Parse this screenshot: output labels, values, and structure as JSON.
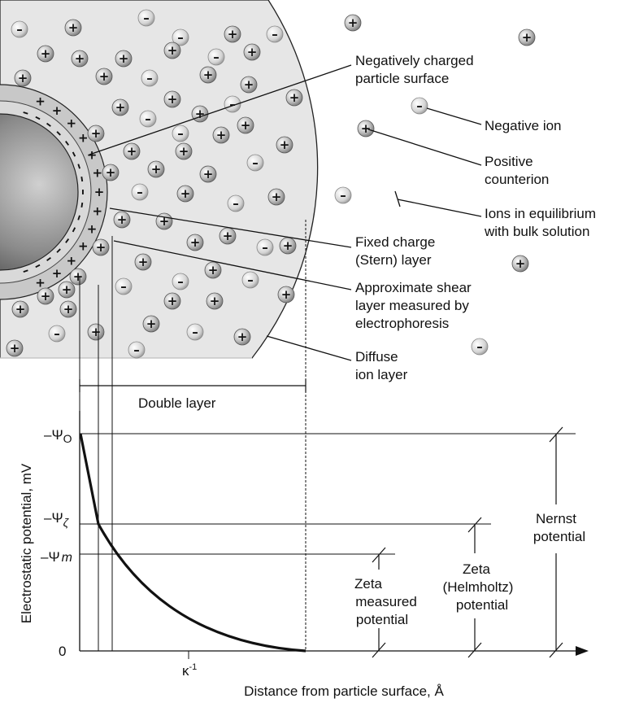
{
  "labels": {
    "neg_surface": [
      "Negatively charged",
      "particle surface"
    ],
    "negative_ion": "Negative ion",
    "positive_counterion": [
      "Positive",
      "counterion"
    ],
    "equilibrium": [
      "Ions in equilibrium",
      "with bulk solution"
    ],
    "stern": [
      "Fixed charge",
      "(Stern) layer"
    ],
    "shear": [
      "Approximate shear",
      "layer measured by",
      "electrophoresis"
    ],
    "diffuse": [
      "Diffuse",
      "ion layer"
    ],
    "double_layer": "Double layer",
    "zeta_measured": [
      "Zeta",
      "measured",
      "potential"
    ],
    "zeta_helmholtz": [
      "Zeta",
      "(Helmholtz)",
      "potential"
    ],
    "nernst": [
      "Nernst",
      "potential"
    ]
  },
  "axes": {
    "ylabel": "Electrostatic potential, mV",
    "xlabel": "Distance from particle surface, Å",
    "y_ticks": [
      "–Ψ",
      "–Ψ",
      "–Ψ",
      "0"
    ],
    "y_tick_subs": [
      "O",
      "ζ",
      "m",
      ""
    ],
    "x_tick": "κ",
    "x_tick_sup": "-1"
  },
  "ions": {
    "plus_symbol": "+",
    "minus_symbol": "–"
  },
  "colors": {
    "cloud_fill": "#e6e6e6",
    "particle_dark": "#4d4d4d",
    "particle_light": "#bdbdbd",
    "line": "#111111"
  }
}
